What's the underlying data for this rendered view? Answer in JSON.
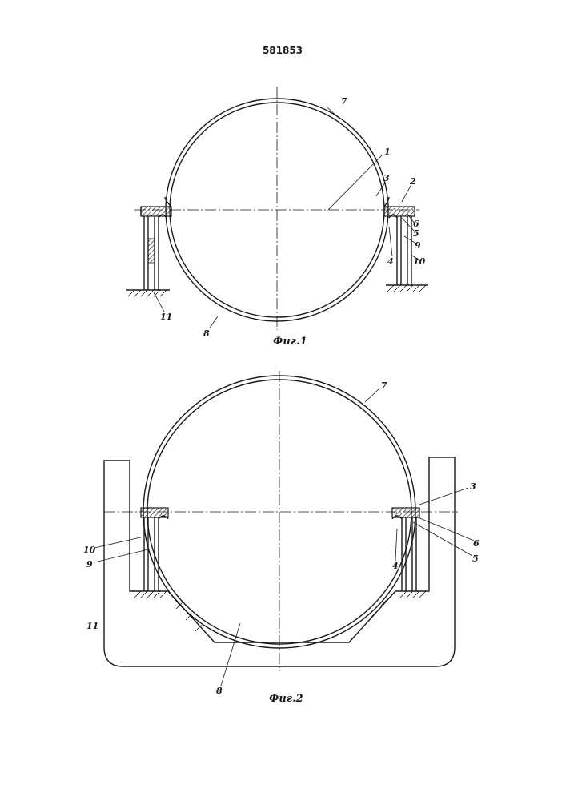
{
  "document": {
    "patent_number": "581853"
  },
  "figure1": {
    "caption": "Фиг.1",
    "labels": [
      "7",
      "1",
      "3",
      "2",
      "6",
      "5",
      "9",
      "10",
      "4",
      "8",
      "11"
    ]
  },
  "figure2": {
    "caption": "Фиг.2",
    "labels": [
      "7",
      "3",
      "6",
      "5",
      "4",
      "10",
      "9",
      "11",
      "8"
    ]
  },
  "colors": {
    "ink": "#1a1a1a",
    "paper": "#ffffff"
  }
}
